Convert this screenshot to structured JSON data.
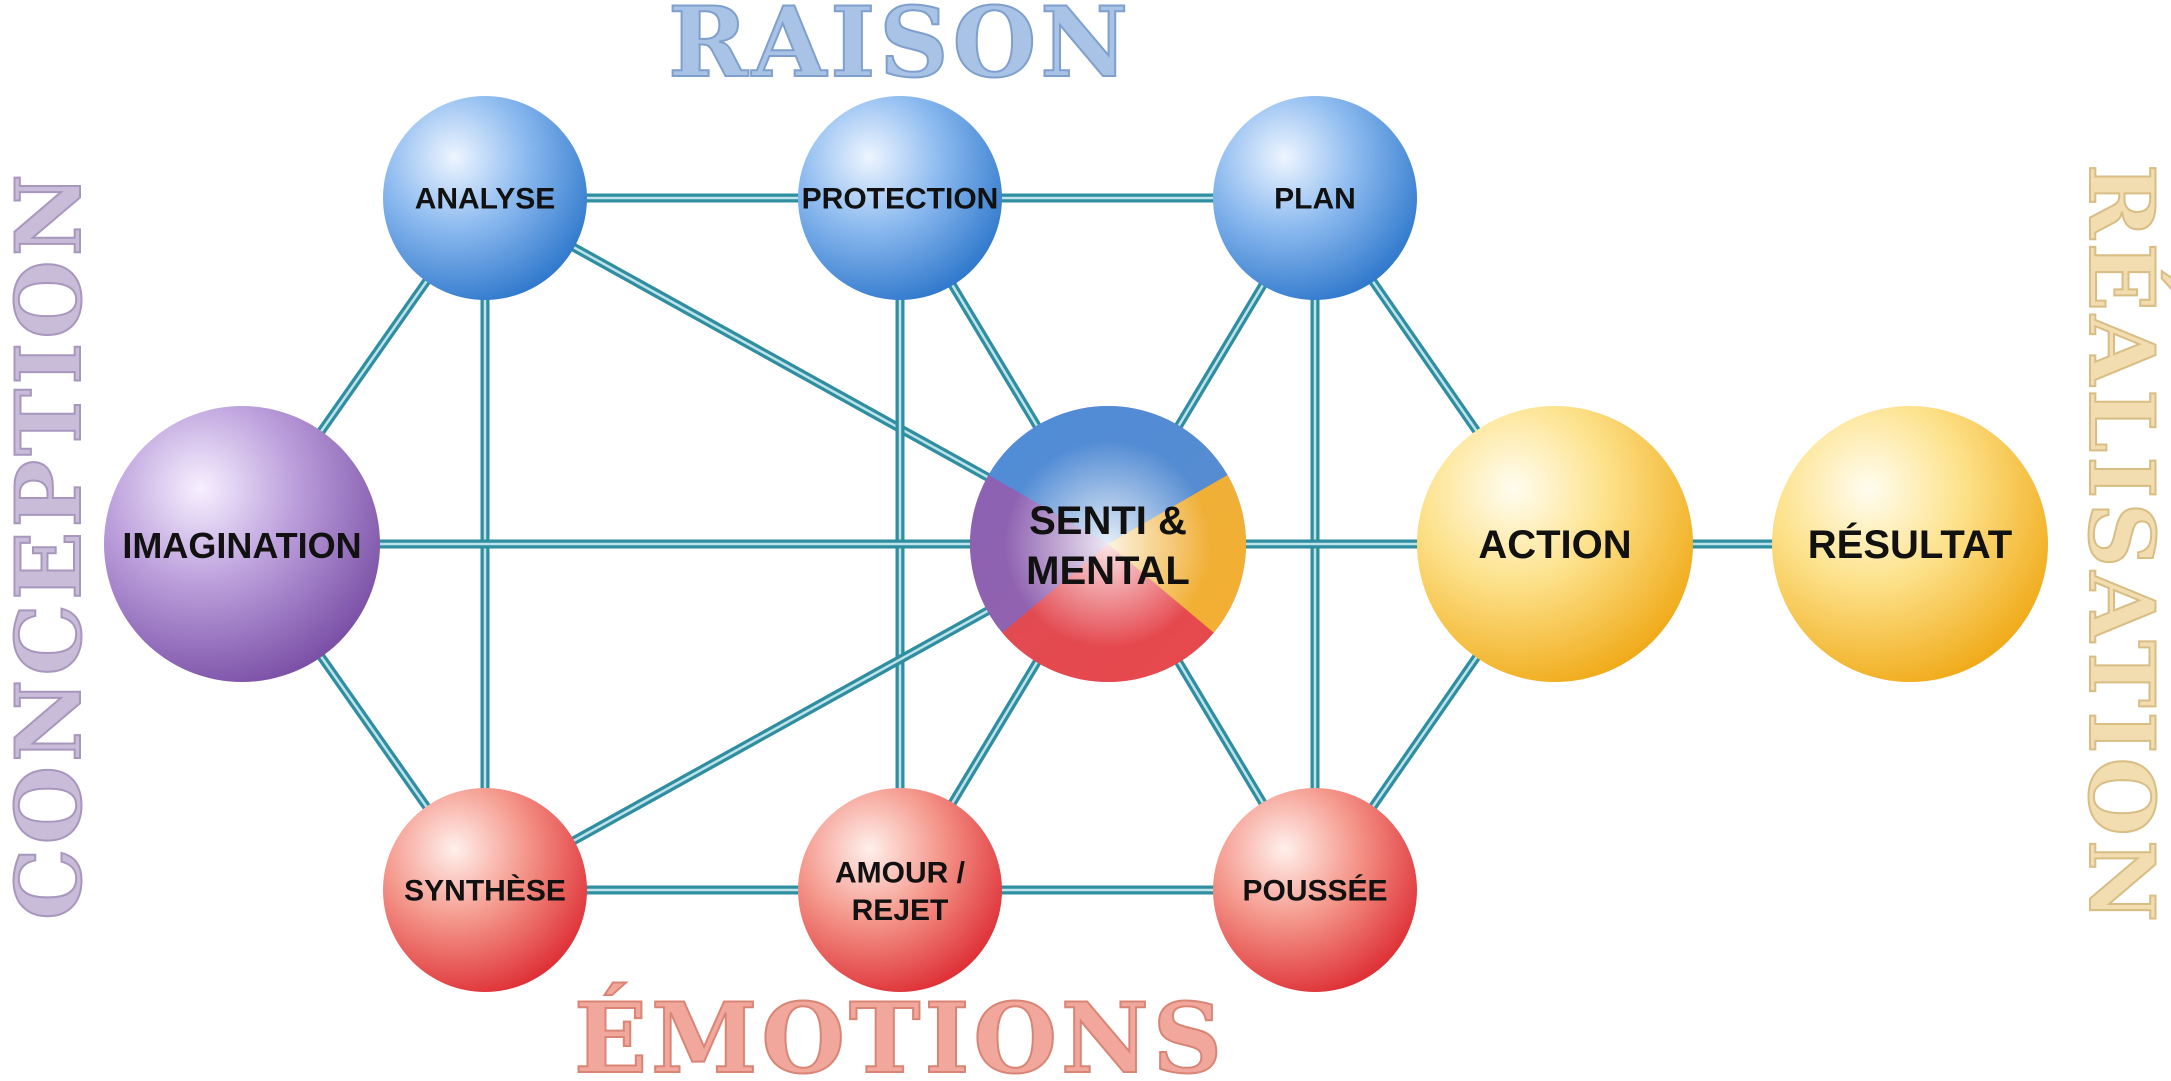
{
  "axes": {
    "top": "RAISON",
    "bottom": "ÉMOTIONS",
    "left": "CONCEPTION",
    "right": "RÉALISATION"
  },
  "nodes": [
    {
      "id": "analyse",
      "label": "ANALYSE",
      "group": "raison"
    },
    {
      "id": "protection",
      "label": "PROTECTION",
      "group": "raison"
    },
    {
      "id": "plan",
      "label": "PLAN",
      "group": "raison"
    },
    {
      "id": "imagination",
      "label": "IMAGINATION",
      "group": "conception"
    },
    {
      "id": "senti",
      "label": "SENTI &",
      "label2": "MENTAL",
      "group": "center"
    },
    {
      "id": "action",
      "label": "ACTION",
      "group": "realisation"
    },
    {
      "id": "resultat",
      "label": "RÉSULTAT",
      "group": "realisation"
    },
    {
      "id": "synthese",
      "label": "SYNTHÈSE",
      "group": "emotions"
    },
    {
      "id": "amour",
      "label": "AMOUR /",
      "label2": "REJET",
      "group": "emotions"
    },
    {
      "id": "poussee",
      "label": "POUSSÉE",
      "group": "emotions"
    }
  ],
  "edges": [
    [
      "analyse",
      "protection"
    ],
    [
      "protection",
      "plan"
    ],
    [
      "analyse",
      "imagination"
    ],
    [
      "analyse",
      "synthese"
    ],
    [
      "analyse",
      "senti"
    ],
    [
      "protection",
      "senti"
    ],
    [
      "protection",
      "amour"
    ],
    [
      "plan",
      "senti"
    ],
    [
      "plan",
      "poussee"
    ],
    [
      "plan",
      "action"
    ],
    [
      "imagination",
      "senti"
    ],
    [
      "imagination",
      "synthese"
    ],
    [
      "senti",
      "action"
    ],
    [
      "action",
      "resultat"
    ],
    [
      "senti",
      "synthese"
    ],
    [
      "senti",
      "amour"
    ],
    [
      "senti",
      "poussee"
    ],
    [
      "synthese",
      "amour"
    ],
    [
      "amour",
      "poussee"
    ],
    [
      "poussee",
      "action"
    ]
  ],
  "colors": {
    "edge": "#2f8ea0",
    "raison": "#4a90d9",
    "emotions": "#e8474a",
    "conception": "#8d62b3",
    "realisation": "#f5b82e",
    "axis_top": "#a9c3e6",
    "axis_bottom": "#f1a79b",
    "axis_left": "#c9bcd9",
    "axis_right": "#f2ddb0"
  }
}
